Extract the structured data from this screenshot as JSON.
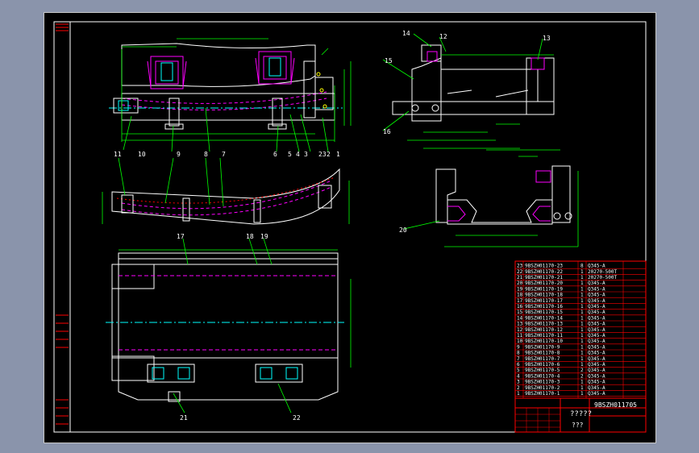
{
  "window": {
    "title": ""
  },
  "drawing": {
    "colors": {
      "background": "#000000",
      "frame": "#ffffff",
      "geometry": "#ffffff",
      "hidden": "#ff00ff",
      "center": "#00ffff",
      "dimension": "#00ff00",
      "text": "#ffff00",
      "table": "#ff0000"
    },
    "balloons_left": [
      "11",
      "9",
      "8",
      "7",
      "10",
      "6",
      "5",
      "4",
      "3",
      "23",
      "2",
      "1"
    ],
    "balloons_right": [
      "14",
      "12",
      "13",
      "15",
      "16",
      "20"
    ],
    "balloons_bottom": [
      "17",
      "18",
      "19",
      "21",
      "22"
    ],
    "title_block": {
      "name": "?????",
      "drawing_no": "9BSZH011705",
      "sheet": "???"
    },
    "bom_rows": [
      {
        "no": "23",
        "code": "9BSZH01170-23",
        "qty": "8",
        "material": "Q345-A"
      },
      {
        "no": "22",
        "code": "9BSZH01170-22",
        "qty": "1",
        "material": "20270-500T"
      },
      {
        "no": "21",
        "code": "9BSZH01170-21",
        "qty": "1",
        "material": "20270-500T"
      },
      {
        "no": "20",
        "code": "9BSZH01170-20",
        "qty": "1",
        "material": "Q345-A"
      },
      {
        "no": "19",
        "code": "9BSZH01170-19",
        "qty": "1",
        "material": "Q345-A"
      },
      {
        "no": "18",
        "code": "9BSZH01170-18",
        "qty": "1",
        "material": "Q345-A"
      },
      {
        "no": "17",
        "code": "9BSZH01170-17",
        "qty": "1",
        "material": "Q345-A"
      },
      {
        "no": "16",
        "code": "9BSZH01170-16",
        "qty": "1",
        "material": "Q345-A"
      },
      {
        "no": "15",
        "code": "9BSZH01170-15",
        "qty": "1",
        "material": "Q345-A"
      },
      {
        "no": "14",
        "code": "9BSZH01170-14",
        "qty": "1",
        "material": "Q345-A"
      },
      {
        "no": "13",
        "code": "9BSZH01170-13",
        "qty": "1",
        "material": "Q345-A"
      },
      {
        "no": "12",
        "code": "9BSZH01170-12",
        "qty": "1",
        "material": "Q345-A"
      },
      {
        "no": "11",
        "code": "9BSZH01170-11",
        "qty": "1",
        "material": "Q345-A"
      },
      {
        "no": "10",
        "code": "9BSZH01170-10",
        "qty": "1",
        "material": "Q345-A"
      },
      {
        "no": "9",
        "code": "9BSZH01170-9",
        "qty": "1",
        "material": "Q345-A"
      },
      {
        "no": "8",
        "code": "9BSZH01170-8",
        "qty": "1",
        "material": "Q345-A"
      },
      {
        "no": "7",
        "code": "9BSZH01170-7",
        "qty": "1",
        "material": "Q345-A"
      },
      {
        "no": "6",
        "code": "9BSZH01170-6",
        "qty": "1",
        "material": "Q345-A"
      },
      {
        "no": "5",
        "code": "9BSZH01170-5",
        "qty": "2",
        "material": "Q345-A"
      },
      {
        "no": "4",
        "code": "9BSZH01170-4",
        "qty": "2",
        "material": "Q345-A"
      },
      {
        "no": "3",
        "code": "9BSZH01170-3",
        "qty": "1",
        "material": "Q345-A"
      },
      {
        "no": "2",
        "code": "9BSZH01170-2",
        "qty": "1",
        "material": "Q345-A"
      },
      {
        "no": "1",
        "code": "9BSZH01170-1",
        "qty": "1",
        "material": "Q345-A"
      }
    ]
  }
}
